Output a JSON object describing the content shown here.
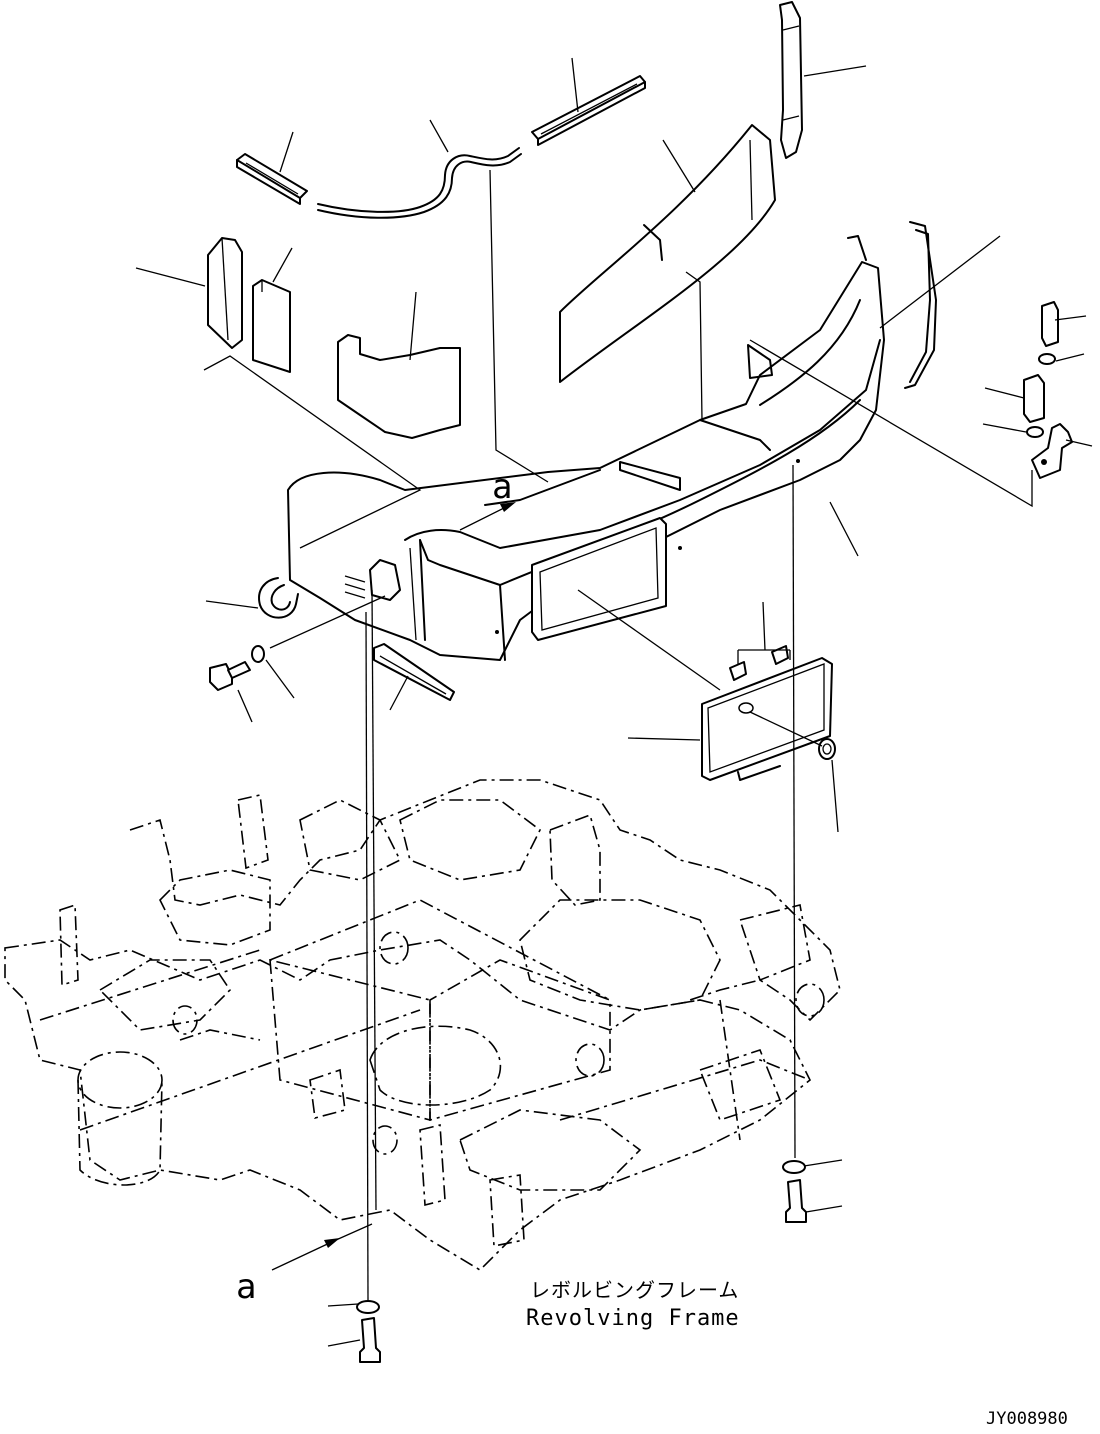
{
  "labels": {
    "jp_name": "レボルビングフレーム",
    "en_name": "Revolving Frame",
    "view_marker": "a",
    "drawing_id": "JY008980"
  }
}
